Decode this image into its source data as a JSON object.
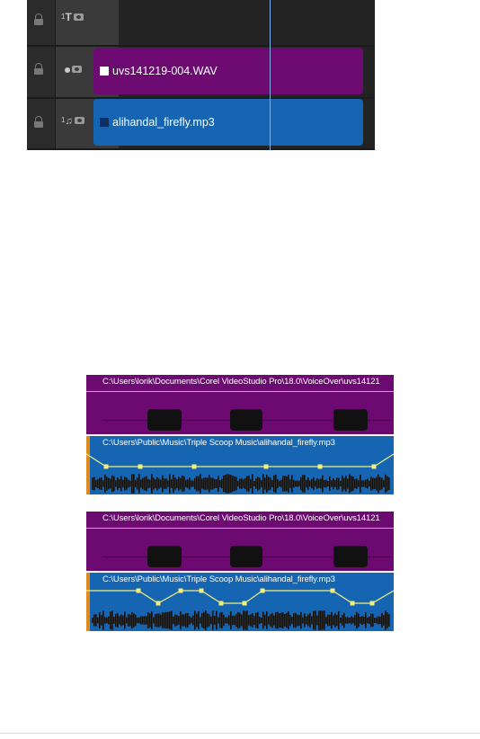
{
  "timeline": {
    "tracks": [
      {
        "id": "title",
        "header_label": "T",
        "number": "1",
        "icon": "title-icon",
        "clip_label": ""
      },
      {
        "id": "voice",
        "header_label": "",
        "number": "",
        "icon": "microphone-icon",
        "clip_label": "uvs141219-004.WAV",
        "clip_color": "#6c0a72"
      },
      {
        "id": "music",
        "header_label": "",
        "number": "1",
        "icon": "music-note-icon",
        "clip_label": "alihandal_firefly.mp3",
        "clip_color": "#1565b2"
      }
    ]
  },
  "panels": [
    {
      "voice_path": "C:\\Users\\lorik\\Documents\\Corel VideoStudio Pro\\18.0\\VoiceOver\\uvs14121",
      "music_path": "C:\\Users\\Public\\Music\\Triple Scoop Music\\alihandal_firefly.mp3",
      "volume_envelope": [
        1.0,
        0.55,
        0.55,
        0.55,
        0.55,
        0.55,
        0.55,
        1.0
      ]
    },
    {
      "voice_path": "C:\\Users\\lorik\\Documents\\Corel VideoStudio Pro\\18.0\\VoiceOver\\uvs14121",
      "music_path": "C:\\Users\\Public\\Music\\Triple Scoop Music\\alihandal_firefly.mp3",
      "volume_envelope": [
        1.0,
        1.0,
        0.55,
        1.0,
        1.0,
        0.55,
        0.55,
        1.0,
        1.0,
        0.55,
        0.55,
        1.0
      ]
    }
  ],
  "colors": {
    "voice": "#6c0a72",
    "music": "#1565b2",
    "envelope": "#f3f07a",
    "waveform": "#111111",
    "accent": "#e08a1e"
  }
}
